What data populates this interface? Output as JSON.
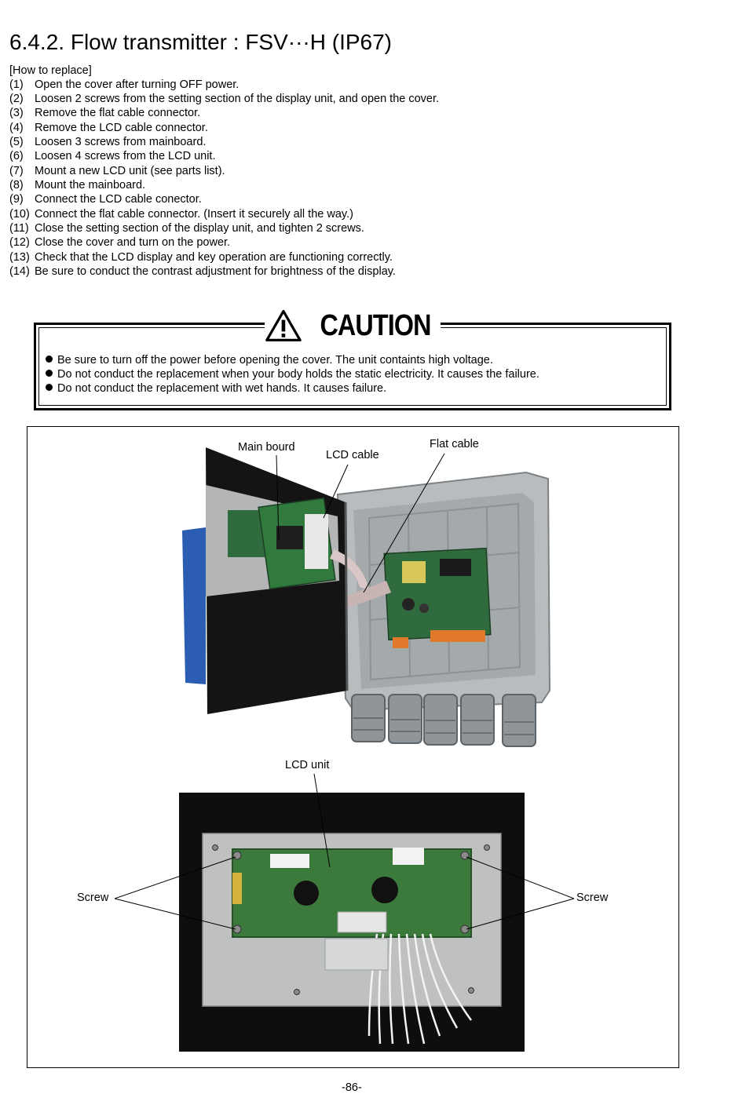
{
  "title": "6.4.2. Flow transmitter : FSV···H (IP67)",
  "intro": "[How to replace]",
  "steps": [
    {
      "num": "(1)",
      "text": "Open the cover after turning OFF power."
    },
    {
      "num": "(2)",
      "text": "Loosen 2 screws from the setting section of the display unit, and open the cover."
    },
    {
      "num": "(3)",
      "text": "Remove the flat cable connector."
    },
    {
      "num": "(4)",
      "text": "Remove the LCD cable connector."
    },
    {
      "num": "(5)",
      "text": "Loosen 3 screws from mainboard."
    },
    {
      "num": "(6)",
      "text": "Loosen 4 screws from the LCD unit."
    },
    {
      "num": "(7)",
      "text": "Mount a new LCD unit (see parts list)."
    },
    {
      "num": "(8)",
      "text": "Mount the mainboard."
    },
    {
      "num": "(9)",
      "text": "Connect the LCD cable conector."
    },
    {
      "num": "(10)",
      "text": "Connect the flat cable connector. (Insert it securely all the way.)"
    },
    {
      "num": "(11)",
      "text": "Close the setting section of the display unit, and tighten 2 screws."
    },
    {
      "num": "(12)",
      "text": "Close the cover and turn on the power."
    },
    {
      "num": "(13)",
      "text": "Check that the LCD display and key operation are functioning correctly."
    },
    {
      "num": "(14)",
      "text": "Be sure to conduct the contrast adjustment for brightness of the display."
    }
  ],
  "caution": {
    "heading": "CAUTION",
    "items": [
      "Be sure to turn off the power before opening the cover. The unit containts high voltage.",
      "Do not conduct the replacement when your body holds the static electricity. It causes the failure.",
      "Do not conduct the replacement with wet hands. It causes failure."
    ]
  },
  "figure": {
    "labels": {
      "main_board": "Main bourd",
      "lcd_cable": "LCD cable",
      "flat_cable": "Flat cable",
      "lcd_unit": "LCD unit",
      "screw_left": "Screw",
      "screw_right": "Screw"
    }
  },
  "page_number": "-86-"
}
